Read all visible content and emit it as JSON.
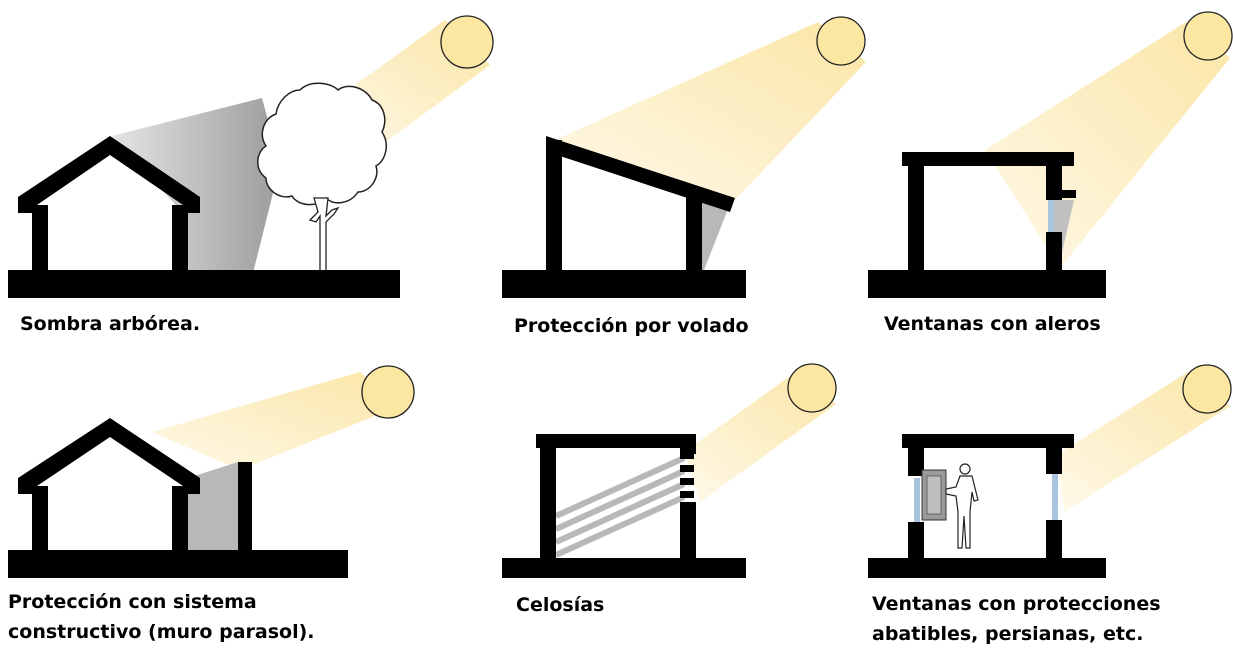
{
  "colors": {
    "ink": "#000000",
    "sun_fill": "#FCE7A2",
    "sun_stroke": "#222222",
    "beam": "#F9D98A",
    "shadow": "#B8B8B8",
    "glass": "#A9C4DE"
  },
  "panels": [
    {
      "id": "arborea",
      "lines": [
        "Sombra arbórea."
      ],
      "icon": "tree-shade-house-icon"
    },
    {
      "id": "volado",
      "lines": [
        "Protección por volado"
      ],
      "icon": "overhang-house-icon"
    },
    {
      "id": "aleros",
      "lines": [
        "Ventanas con aleros"
      ],
      "icon": "window-eave-house-icon"
    },
    {
      "id": "muro",
      "lines": [
        "Protección con sistema",
        "constructivo (muro parasol)."
      ],
      "icon": "parasol-wall-house-icon"
    },
    {
      "id": "celosias",
      "lines": [
        "Celosías"
      ],
      "icon": "louvers-house-icon"
    },
    {
      "id": "abatibles",
      "lines": [
        "Ventanas con protecciones",
        "abatibles, persianas, etc."
      ],
      "icon": "folding-shutters-house-icon"
    }
  ]
}
